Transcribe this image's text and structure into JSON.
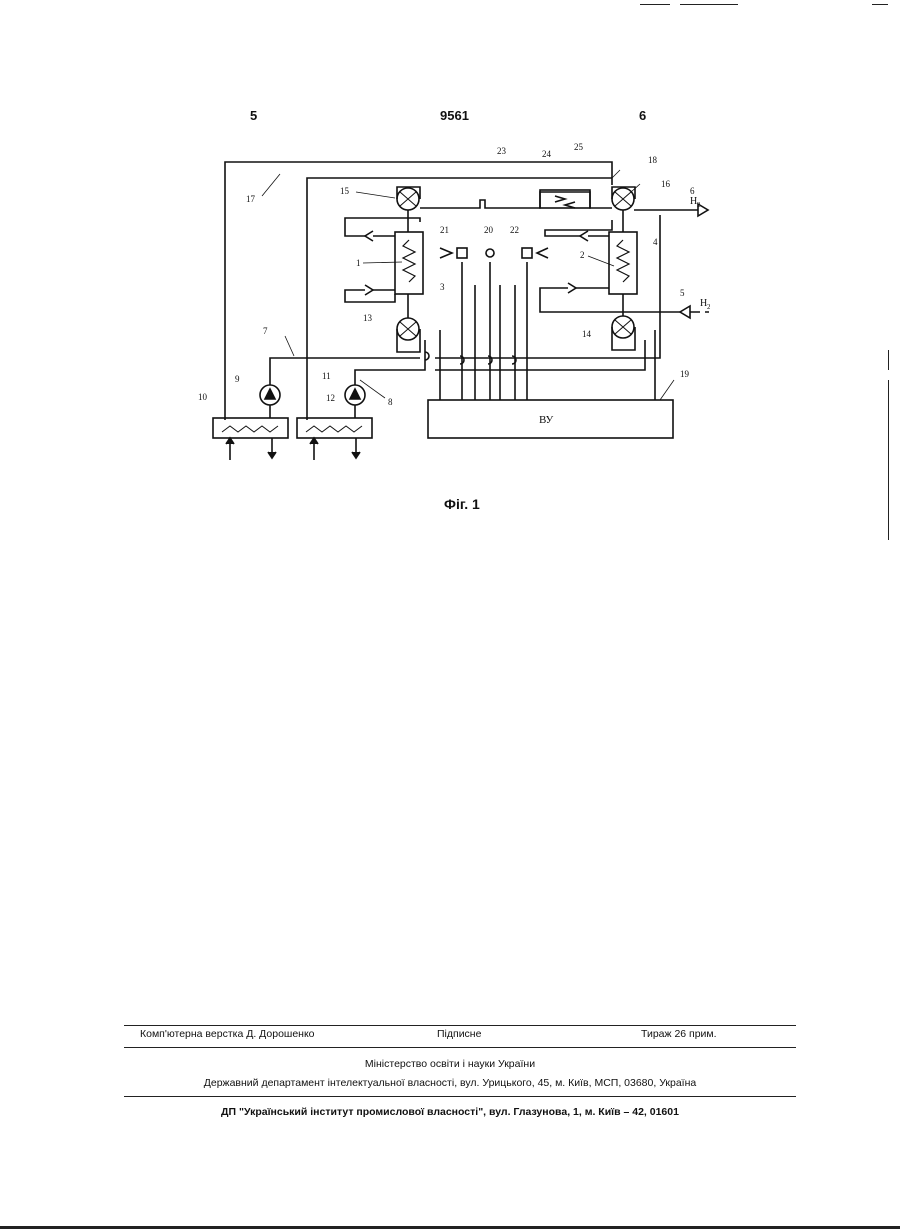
{
  "header": {
    "page_left": "5",
    "patent_no": "9561",
    "page_right": "6"
  },
  "figure": {
    "caption": "Фіг. 1",
    "control_unit": "ВУ",
    "h2_label": "H",
    "h2_sub": "2",
    "labels": [
      "1",
      "2",
      "3",
      "4",
      "5",
      "6",
      "7",
      "8",
      "9",
      "10",
      "11",
      "12",
      "13",
      "14",
      "15",
      "16",
      "17",
      "18",
      "19",
      "20",
      "21",
      "22",
      "23",
      "24",
      "25"
    ]
  },
  "footer": {
    "layout": "Комп'ютерна верстка Д. Дорошенко",
    "signed": "Підписне",
    "circulation": "Тираж 26 прим.",
    "ministry": "Міністерство освіти і науки України",
    "department": "Державний департамент інтелектуальної власності, вул. Урицького, 45, м. Київ, МСП, 03680, Україна",
    "institute": "ДП \"Український інститут промислової власності\", вул. Глазунова, 1, м. Київ – 42, 01601"
  }
}
